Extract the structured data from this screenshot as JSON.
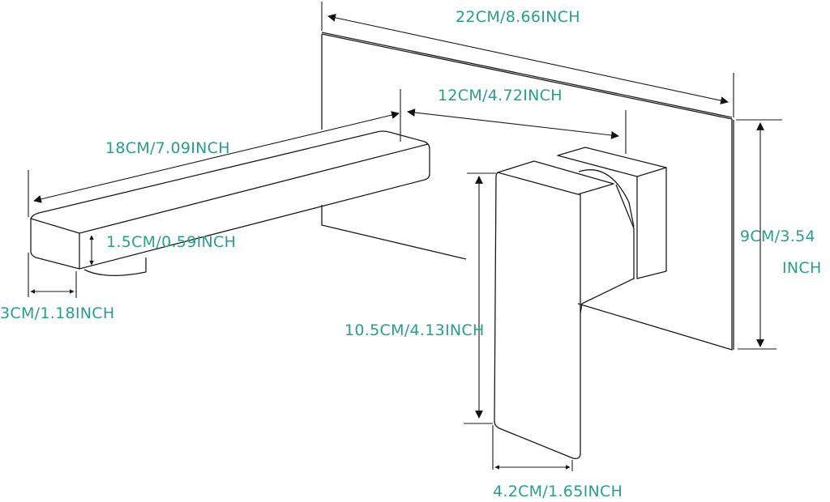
{
  "diagram": {
    "subject": "Wall-mounted single-handle faucet dimension drawing",
    "label_color": "#2a9d8f",
    "line_color": "#1a1a1a",
    "dimensions": {
      "plate_width": "22CM/8.66INCH",
      "handle_projection": "12CM/4.72INCH",
      "spout_length": "18CM/7.09INCH",
      "spout_height": "1.5CM/0.59INCH",
      "spout_width": "3CM/1.18INCH",
      "plate_height_line1": "9CM/3.54",
      "plate_height_line2": "INCH",
      "handle_height": "10.5CM/4.13INCH",
      "handle_width": "4.2CM/1.65INCH"
    }
  }
}
